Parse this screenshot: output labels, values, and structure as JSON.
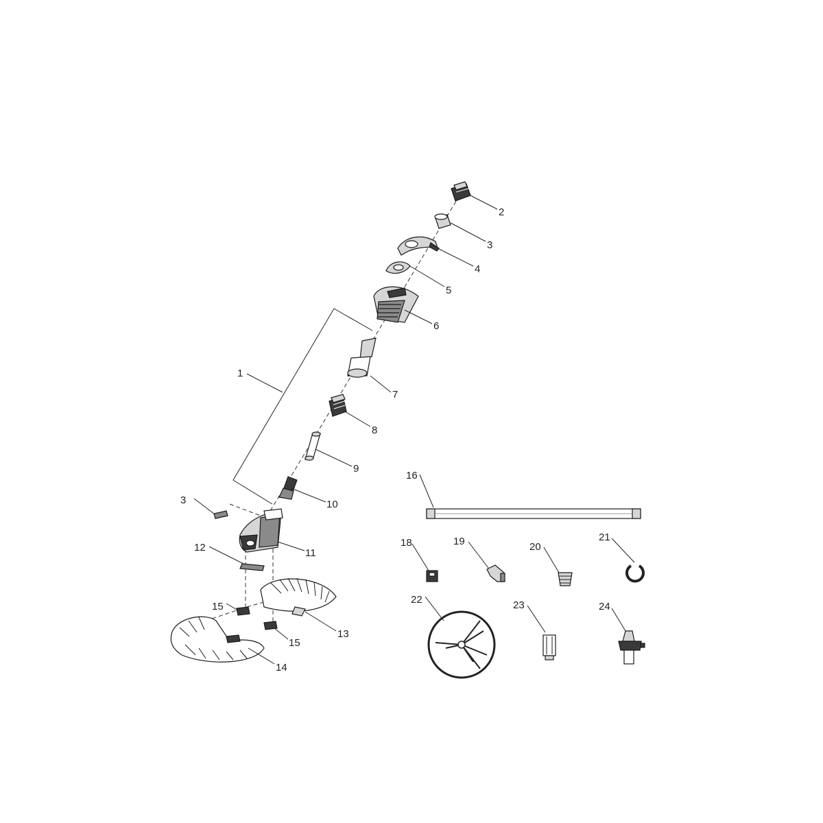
{
  "diagram": {
    "callouts": [
      {
        "id": "c1",
        "text": "1"
      },
      {
        "id": "c2",
        "text": "2"
      },
      {
        "id": "c3a",
        "text": "3"
      },
      {
        "id": "c3b",
        "text": "3"
      },
      {
        "id": "c4",
        "text": "4"
      },
      {
        "id": "c5",
        "text": "5"
      },
      {
        "id": "c6",
        "text": "6"
      },
      {
        "id": "c7",
        "text": "7"
      },
      {
        "id": "c8",
        "text": "8"
      },
      {
        "id": "c9",
        "text": "9"
      },
      {
        "id": "c10",
        "text": "10"
      },
      {
        "id": "c11",
        "text": "11"
      },
      {
        "id": "c12",
        "text": "12"
      },
      {
        "id": "c13",
        "text": "13"
      },
      {
        "id": "c14",
        "text": "14"
      },
      {
        "id": "c15a",
        "text": "15"
      },
      {
        "id": "c15b",
        "text": "15"
      },
      {
        "id": "c16",
        "text": "16"
      },
      {
        "id": "c18",
        "text": "18"
      },
      {
        "id": "c19",
        "text": "19"
      },
      {
        "id": "c20",
        "text": "20"
      },
      {
        "id": "c21",
        "text": "21"
      },
      {
        "id": "c22",
        "text": "22"
      },
      {
        "id": "c23",
        "text": "23"
      },
      {
        "id": "c24",
        "text": "24"
      }
    ]
  }
}
